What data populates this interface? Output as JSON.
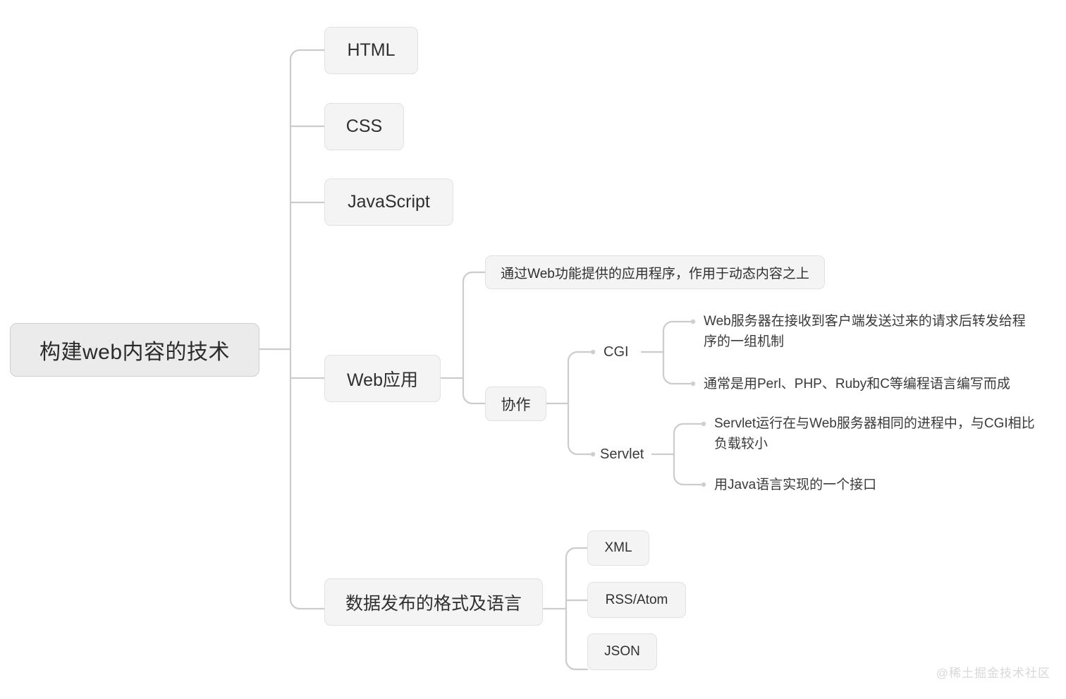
{
  "diagram": {
    "type": "mindmap",
    "title": "构建web内容的技术",
    "colors": {
      "background": "#ffffff",
      "node_fill": "#f4f4f4",
      "node_border": "#e2e2e2",
      "root_fill": "#ebebeb",
      "root_border": "#cfcfcf",
      "link": "#cccccc",
      "text": "#2f2f2f",
      "watermark": "#d8d8d8"
    }
  },
  "root": {
    "label": "构建web内容的技术"
  },
  "branches": {
    "html": {
      "label": "HTML"
    },
    "css": {
      "label": "CSS"
    },
    "javascript": {
      "label": "JavaScript"
    },
    "webapp": {
      "label": "Web应用",
      "description": "通过Web功能提供的应用程序，作用于动态内容之上",
      "collab": {
        "label": "协作",
        "cgi": {
          "label": "CGI",
          "notes": [
            "Web服务器在接收到客户端发送过来的请求后转发给程序的一组机制",
            "通常是用Perl、PHP、Ruby和C等编程语言编写而成"
          ]
        },
        "servlet": {
          "label": "Servlet",
          "notes": [
            "Servlet运行在与Web服务器相同的进程中，与CGI相比负载较小",
            "用Java语言实现的一个接口"
          ]
        }
      }
    },
    "dataformat": {
      "label": "数据发布的格式及语言",
      "items": [
        {
          "label": "XML"
        },
        {
          "label": "RSS/Atom"
        },
        {
          "label": "JSON"
        }
      ]
    }
  },
  "watermark": {
    "text": "@稀土掘金技术社区"
  }
}
